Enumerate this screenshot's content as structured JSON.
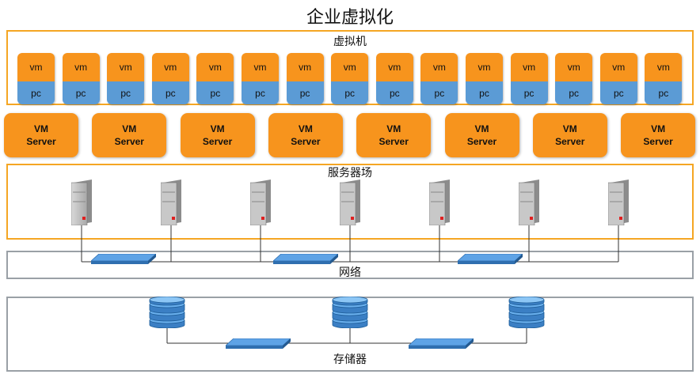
{
  "title": "企业虚拟化",
  "sections": {
    "vm_label": "虚拟机",
    "farm_label": "服务器场",
    "network_label": "网络",
    "storage_label": "存储器"
  },
  "vm_cards": [
    {
      "top": "vm",
      "bottom": "pc"
    },
    {
      "top": "vm",
      "bottom": "pc"
    },
    {
      "top": "vm",
      "bottom": "pc"
    },
    {
      "top": "vm",
      "bottom": "pc"
    },
    {
      "top": "vm",
      "bottom": "pc"
    },
    {
      "top": "vm",
      "bottom": "pc"
    },
    {
      "top": "vm",
      "bottom": "pc"
    },
    {
      "top": "vm",
      "bottom": "pc"
    },
    {
      "top": "vm",
      "bottom": "pc"
    },
    {
      "top": "vm",
      "bottom": "pc"
    },
    {
      "top": "vm",
      "bottom": "pc"
    },
    {
      "top": "vm",
      "bottom": "pc"
    },
    {
      "top": "vm",
      "bottom": "pc"
    },
    {
      "top": "vm",
      "bottom": "pc"
    },
    {
      "top": "vm",
      "bottom": "pc"
    }
  ],
  "vm_servers": [
    {
      "line1": "VM",
      "line2": "Server"
    },
    {
      "line1": "VM",
      "line2": "Server"
    },
    {
      "line1": "VM",
      "line2": "Server"
    },
    {
      "line1": "VM",
      "line2": "Server"
    },
    {
      "line1": "VM",
      "line2": "Server"
    },
    {
      "line1": "VM",
      "line2": "Server"
    },
    {
      "line1": "VM",
      "line2": "Server"
    },
    {
      "line1": "VM",
      "line2": "Server"
    }
  ],
  "colors": {
    "orange": "#f7941d",
    "blue": "#5b9bd5",
    "frame_orange": "#f5a623",
    "frame_gray": "#9aa0a6",
    "switch_blue": "#4a90d9"
  },
  "icons": {
    "server": "server-tower-icon",
    "switch": "network-switch-icon",
    "storage": "database-disk-icon"
  }
}
